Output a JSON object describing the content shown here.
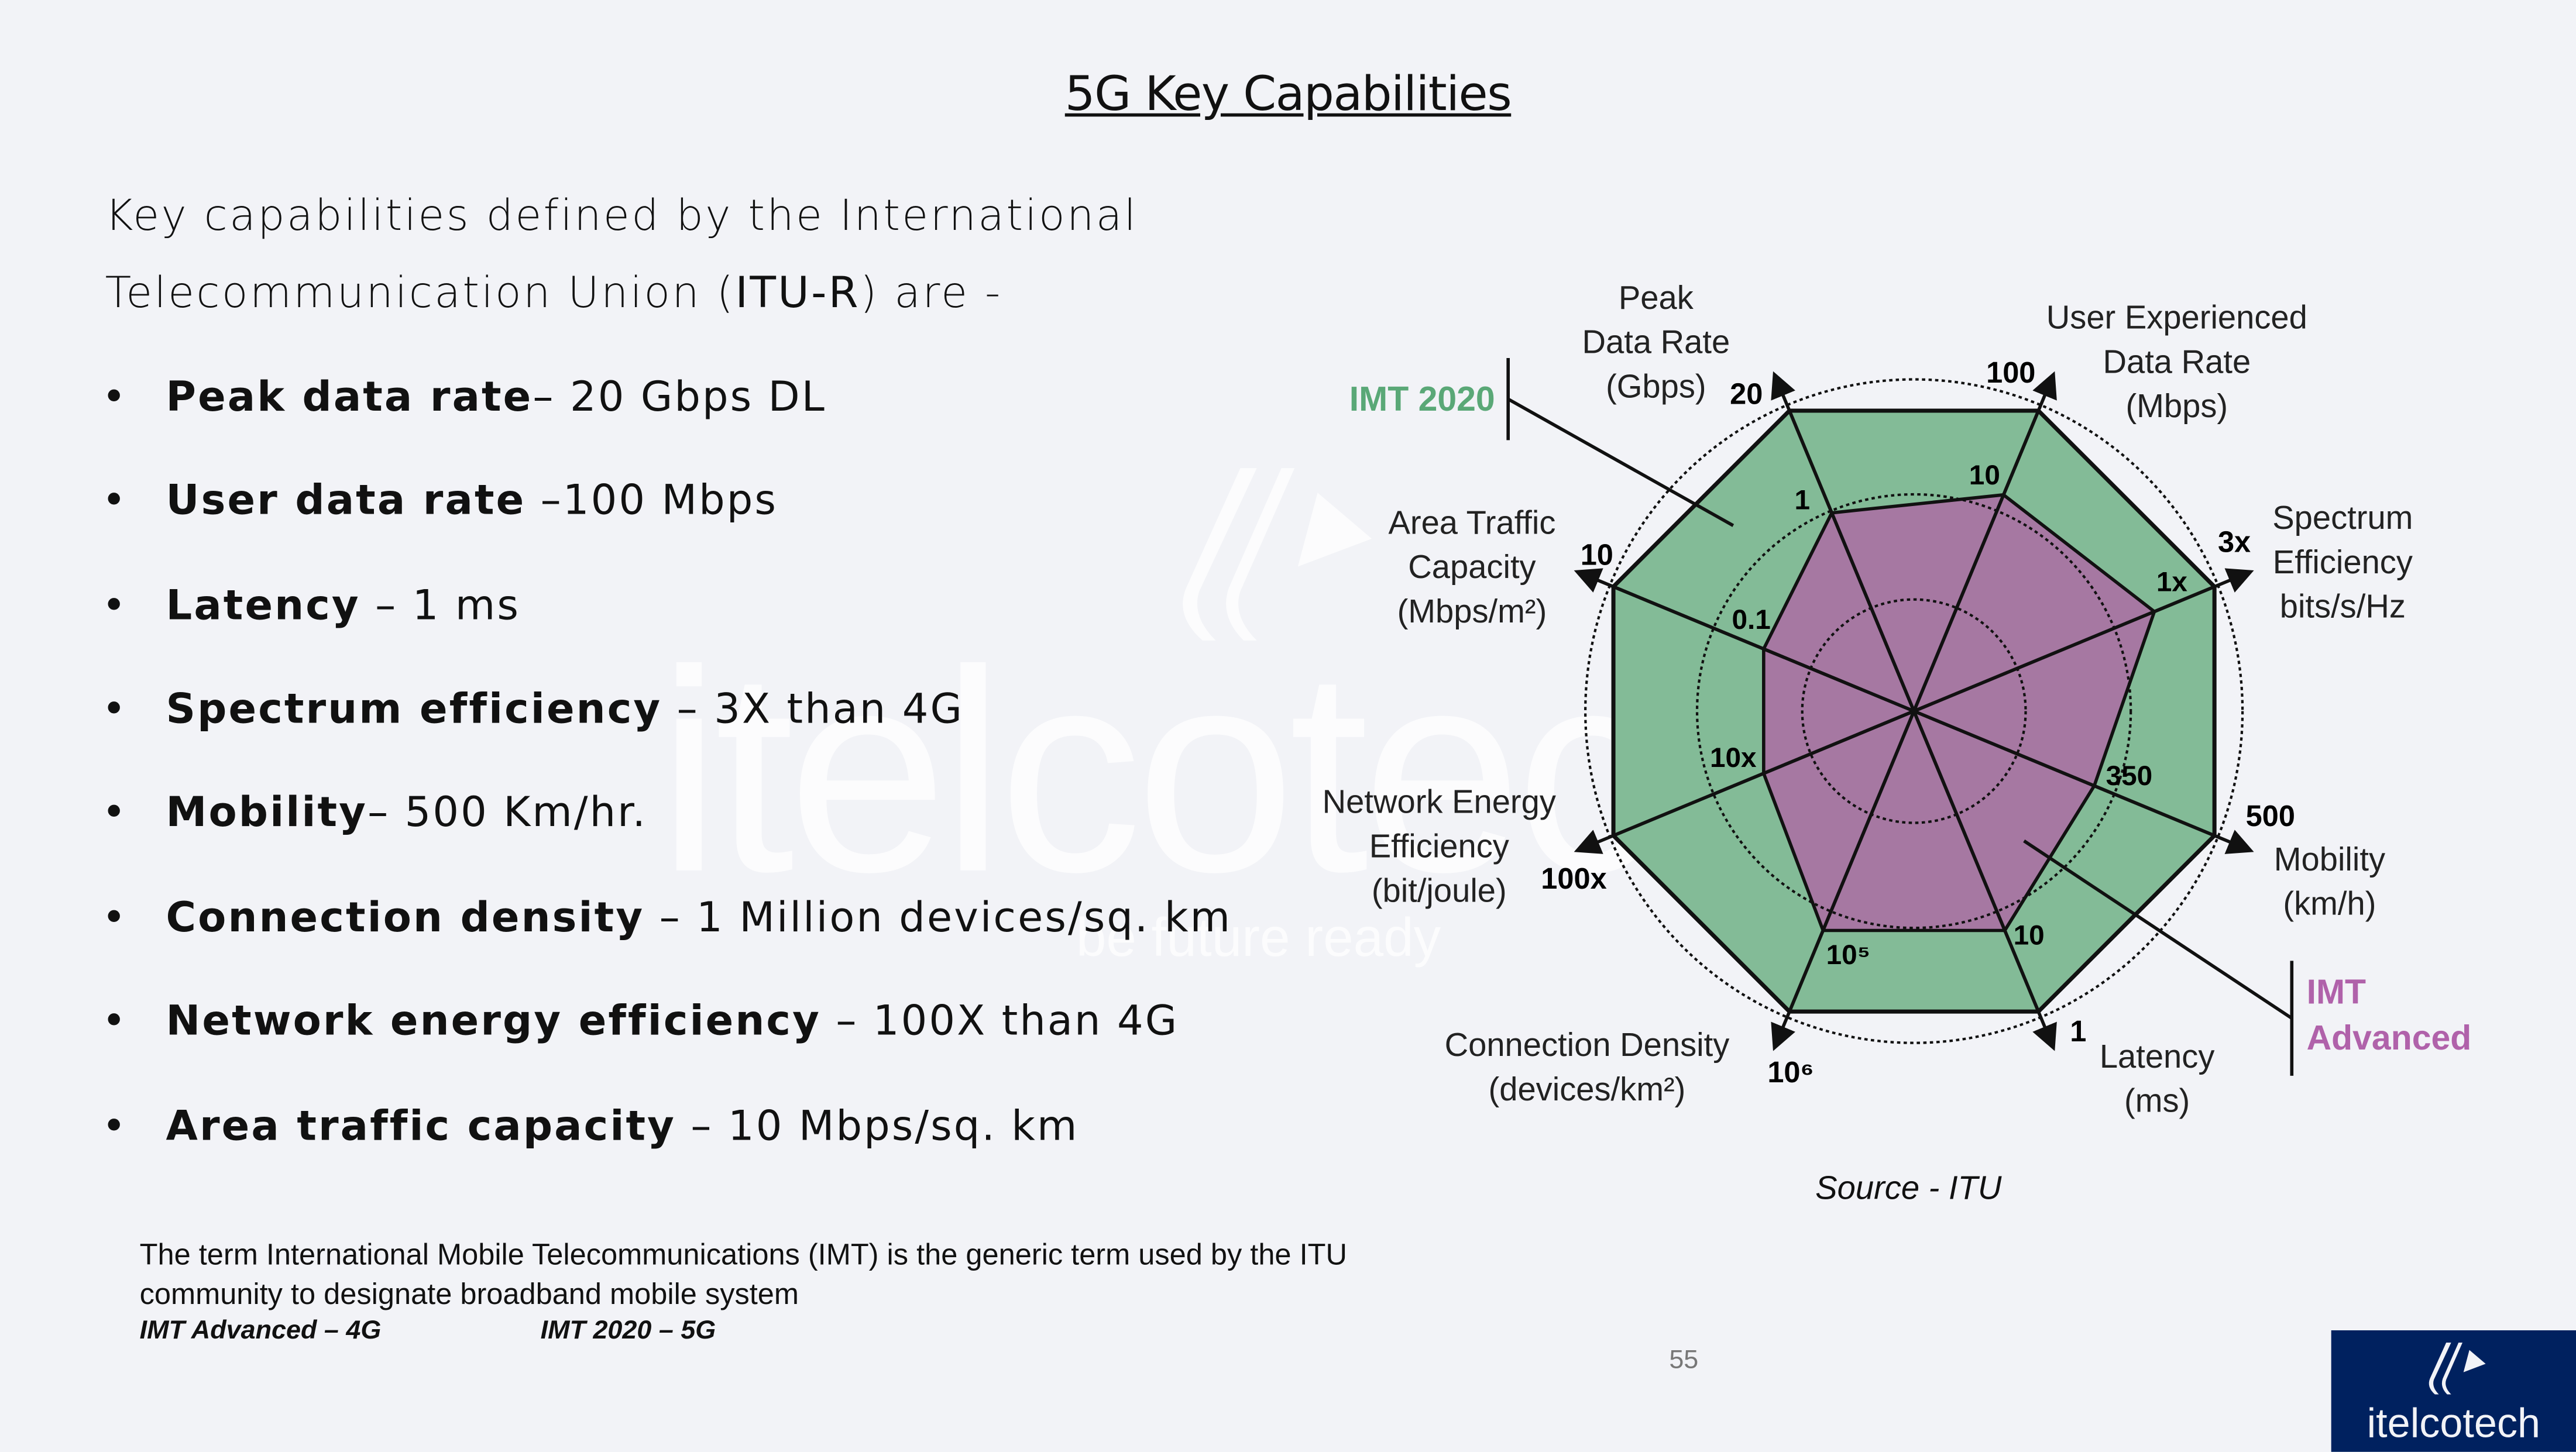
{
  "slide": {
    "title": "5G Key Capabilities",
    "intro_line1": "Key capabilities defined by the International",
    "intro_line2_pre": "Telecommunication Union (",
    "intro_line2_bold": "ITU-R",
    "intro_line2_post": ") are -",
    "bullets": [
      {
        "bold": "Peak data rate",
        "text": "– 20 Gbps DL"
      },
      {
        "bold": "User data rate",
        "text": " –100 Mbps"
      },
      {
        "bold": "Latency",
        "text": " – 1 ms"
      },
      {
        "bold": "Spectrum efficiency",
        "text": " – 3X than 4G"
      },
      {
        "bold": "Mobility",
        "text": "– 500 Km/hr."
      },
      {
        "bold": "Connection density",
        "text": " – 1 Million devices/sq. km"
      },
      {
        "bold": "Network energy efficiency",
        "text": " – 100X than 4G"
      },
      {
        "bold": "Area traffic capacity",
        "text": " – 10 Mbps/sq. km"
      }
    ],
    "footnote_line1": "The term International Mobile Telecommunications (IMT) is the generic term used by the ITU",
    "footnote_line2": "community to designate broadband mobile system",
    "footnote_imt_advanced": "IMT Advanced – 4G",
    "footnote_imt_2020": "IMT 2020 – 5G",
    "page_number": "55",
    "source": "Source - ITU",
    "watermark_text": "itelcotech",
    "watermark_tagline": "be future ready",
    "logo_text": "itelcotech"
  },
  "chart_data": {
    "type": "radar",
    "axes": [
      {
        "label_lines": [
          "Peak",
          "Data Rate",
          "(Gbps)"
        ],
        "imt2020": "20",
        "imt_advanced": "1"
      },
      {
        "label_lines": [
          "User Experienced",
          "Data Rate",
          "(Mbps)"
        ],
        "imt2020": "100",
        "imt_advanced": "10"
      },
      {
        "label_lines": [
          "Spectrum",
          "Efficiency",
          "bits/s/Hz"
        ],
        "imt2020": "3x",
        "imt_advanced": "1x"
      },
      {
        "label_lines": [
          "Mobility",
          "(km/h)"
        ],
        "imt2020": "500",
        "imt_advanced": "350"
      },
      {
        "label_lines": [
          "Latency",
          "(ms)"
        ],
        "imt2020": "1",
        "imt_advanced": "10"
      },
      {
        "label_lines": [
          "Connection Density",
          "(devices/km²)"
        ],
        "imt2020": "10⁶",
        "imt_advanced": "10⁵"
      },
      {
        "label_lines": [
          "Network Energy",
          "Efficiency",
          "(bit/joule)"
        ],
        "imt2020": "100x",
        "imt_advanced": "10x"
      },
      {
        "label_lines": [
          "Area Traffic",
          "Capacity",
          "(Mbps/m²)"
        ],
        "imt2020": "10",
        "imt_advanced": "0.1"
      }
    ],
    "imt_advanced_relative_level": [
      0.66,
      0.72,
      0.8,
      0.6,
      0.73,
      0.73,
      0.5,
      0.5
    ],
    "series": [
      {
        "name": "IMT 2020",
        "color": "#83bb97"
      },
      {
        "name": "IMT Advanced",
        "name_lines": [
          "IMT",
          "Advanced"
        ],
        "color": "#a678a2"
      }
    ],
    "legend_text_colors": {
      "imt2020": "#5aa877",
      "imt_advanced": "#b062aa"
    }
  }
}
